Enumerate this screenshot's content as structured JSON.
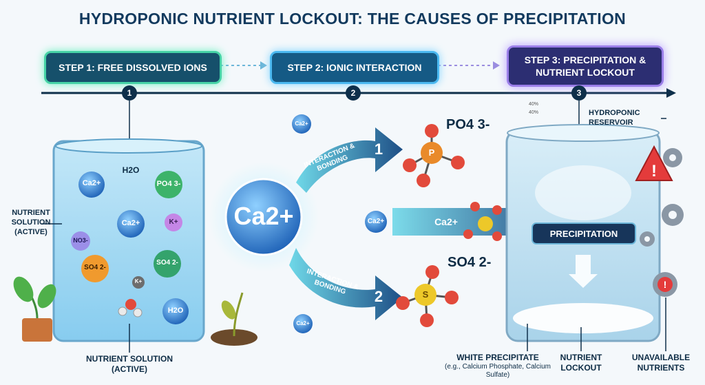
{
  "title": "HYDROPONIC NUTRIENT LOCKOUT: THE CAUSES OF PRECIPITATION",
  "steps": [
    {
      "label": "STEP 1: FREE DISSOLVED IONS",
      "number": "1"
    },
    {
      "label": "STEP 2: IONIC INTERACTION",
      "number": "2"
    },
    {
      "label": "STEP 3: PRECIPITATION & NUTRIENT LOCKOUT",
      "number": "3"
    }
  ],
  "left_beaker": {
    "label_side": "NUTRIENT SOLUTION (ACTIVE)",
    "label_bottom": "NUTRIENT SOLUTION (ACTIVE)",
    "h2o_top": "H2O",
    "ions": [
      "Ca2+",
      "PO4 3-",
      "Ca2+",
      "K+",
      "NO3-",
      "SO4 2-",
      "SO4 2-",
      "K+",
      "H2O"
    ]
  },
  "center": {
    "main_ion": "Ca2+",
    "arrow1": "INTERACTION & BONDING",
    "arrow1_num": "1",
    "arrow2": "INTERACTION & BONDING",
    "arrow2_num": "2",
    "phosphate": "PO4 3-",
    "phosphate_center": "P",
    "sulfate": "SO4 2-",
    "sulfate_center": "S",
    "small_ion": "Ca2+",
    "stream_ion": "Ca2+",
    "top_small_ion": "Ca2+",
    "bottom_small_ion": "Ca2+"
  },
  "right": {
    "reservoir_label": "HYDROPONIC RESERVOIR",
    "precipitation_label": "PRECIPITATION",
    "white_precipitate": "WHITE PRECIPITATE",
    "white_precipitate_sub": "(e.g., Calcium Phosphate, Calcium Sulfate)",
    "nutrient_lockout": "NUTRIENT LOCKOUT",
    "unavailable": "UNAVAILABLE NUTRIENTS",
    "percent_1": "40%",
    "percent_2": "40%"
  },
  "colors": {
    "navy": "#123a5e",
    "calcium": "#2a7fd8",
    "phosphate": "#e07a1f",
    "sulfate": "#e8c21c",
    "oxygen": "#e24a3b",
    "potassium": "#b06ad9",
    "nitrate": "#7a6fd6",
    "warning": "#e43b3b"
  }
}
